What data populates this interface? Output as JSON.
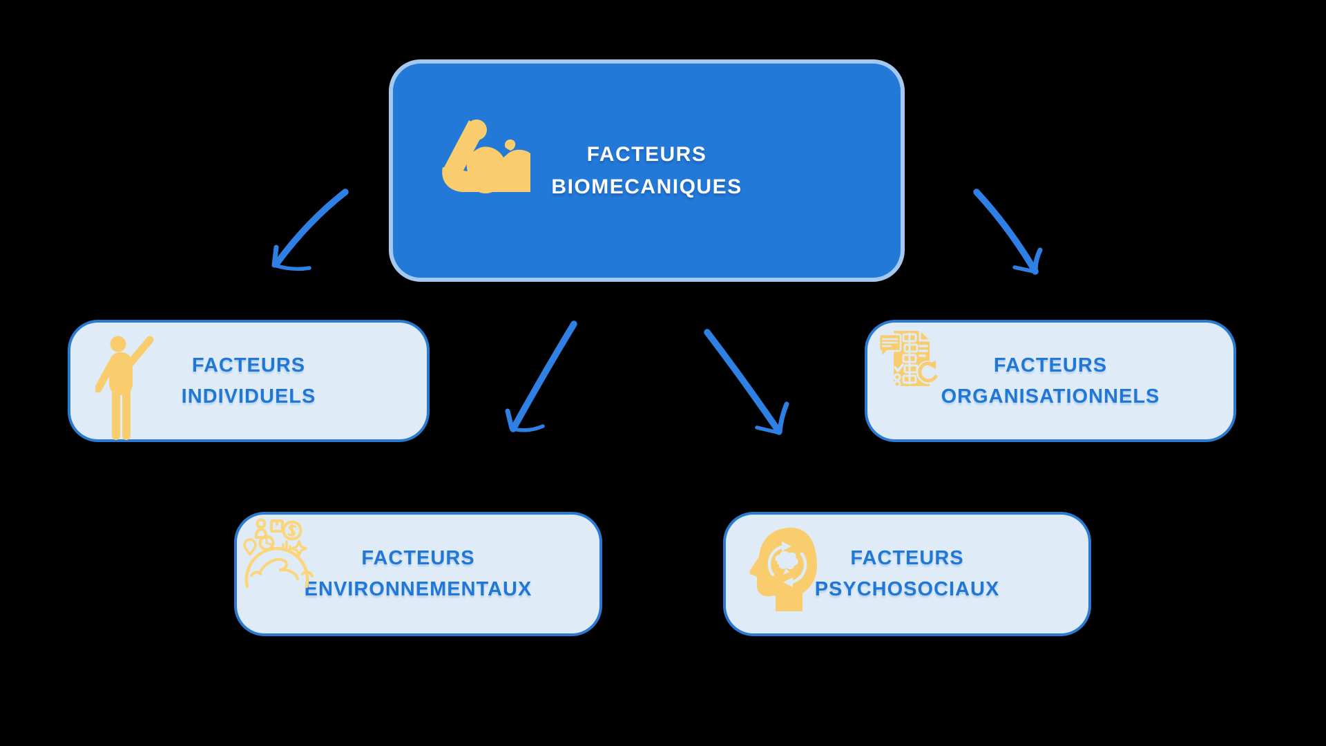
{
  "colors": {
    "background": "#000000",
    "root_fill": "#2379d8",
    "root_border": "#a5c8f0",
    "root_text": "#ffffff",
    "node_fill": "#dfecf8",
    "node_border": "#2b7ad2",
    "node_text": "#2277d4",
    "icon_yellow": "#f9cd6d",
    "icon_outline_yellow": "#fbd577",
    "arrow": "#2e80e4"
  },
  "nodes": {
    "root": {
      "line1": "FACTEURS",
      "line2": "BIOMECANIQUES",
      "icon": "muscle-arm-icon"
    },
    "individual": {
      "line1": "FACTEURS",
      "line2": "INDIVIDUELS",
      "icon": "person-waving-icon"
    },
    "organizational": {
      "line1": "FACTEURS",
      "line2": "ORGANISATIONNELS",
      "icon": "documents-workflow-icon"
    },
    "environmental": {
      "line1": "FACTEURS",
      "line2": "ENVIRONNEMENTAUX",
      "icon": "globe-economy-icon"
    },
    "psychosocial": {
      "line1": "FACTEURS",
      "line2": "PSYCHOSOCIAUX",
      "icon": "head-mind-cycle-icon"
    }
  },
  "connections": [
    {
      "from": "FACTEURS BIOMECANIQUES",
      "to": "FACTEURS INDIVIDUELS"
    },
    {
      "from": "FACTEURS BIOMECANIQUES",
      "to": "FACTEURS ENVIRONNEMENTAUX"
    },
    {
      "from": "FACTEURS BIOMECANIQUES",
      "to": "FACTEURS PSYCHOSOCIAUX"
    },
    {
      "from": "FACTEURS BIOMECANIQUES",
      "to": "FACTEURS ORGANISATIONNELS"
    }
  ]
}
